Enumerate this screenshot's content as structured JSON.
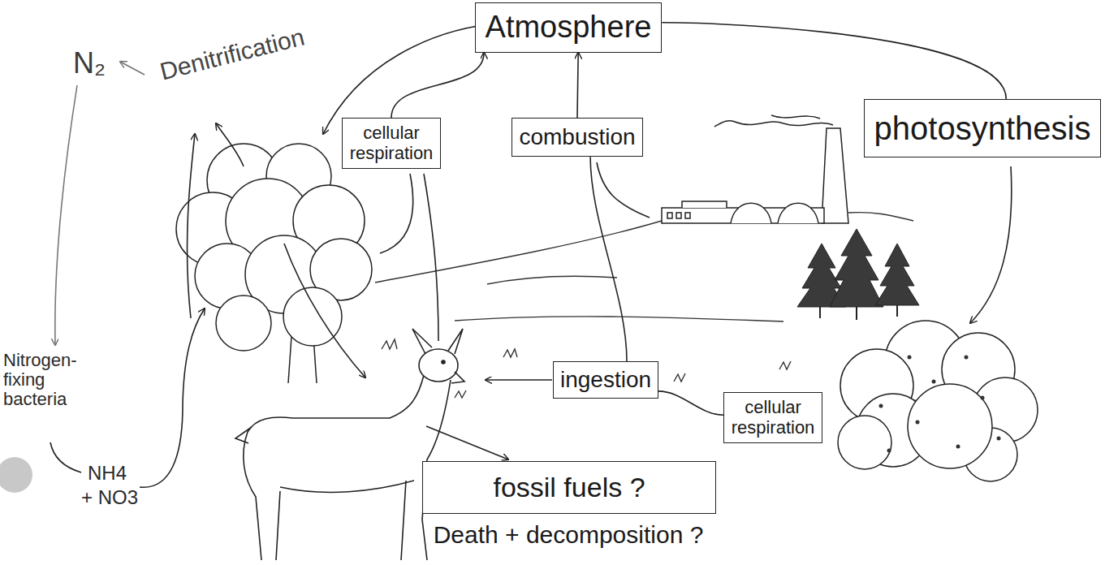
{
  "diagram": {
    "nodes": [
      {
        "text": [
          "Atmosphere"
        ]
      },
      {
        "text": [
          "cellular respiration"
        ]
      },
      {
        "text": [
          "combustion"
        ]
      },
      {
        "text": [
          "photosynthesis"
        ]
      },
      {
        "text": [
          "ingestion"
        ]
      },
      {
        "text": [
          "cellular respiration"
        ]
      },
      {
        "text": [
          "fossil fuels ?"
        ]
      }
    ],
    "edges": [
      {
        "from": 1,
        "to": 0,
        "arrow": "to"
      },
      {
        "from": 2,
        "to": 0,
        "arrow": "to"
      },
      {
        "from": 0,
        "to": 3,
        "arrow": "none"
      },
      {
        "from": 5,
        "to": 4,
        "arrow": "none"
      },
      {
        "from": 4,
        "to": 2,
        "arrow": "none"
      }
    ],
    "labels": [
      "N₂",
      "Denitrification",
      "Nitrogen-fixing bacteria",
      "NH4",
      "+ NO3",
      "Death + decomposition ?"
    ]
  }
}
